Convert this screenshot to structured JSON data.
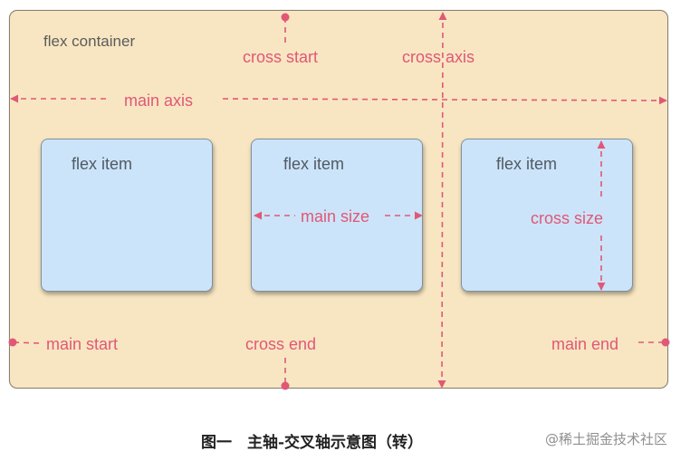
{
  "diagram": {
    "container_label": "flex container",
    "labels": {
      "cross_start": "cross start",
      "cross_axis": "cross axis",
      "main_axis": "main axis",
      "main_start": "main start",
      "cross_end": "cross end",
      "main_end": "main end",
      "main_size": "main size",
      "cross_size": "cross size"
    },
    "items": [
      {
        "label": "flex item"
      },
      {
        "label": "flex item"
      },
      {
        "label": "flex item"
      }
    ],
    "colors": {
      "container_fill": "#f8e6c2",
      "item_fill": "#cce4f9",
      "accent": "#e05876"
    }
  },
  "caption": "图一　主轴-交叉轴示意图（转）",
  "watermark": "@稀土掘金技术社区"
}
